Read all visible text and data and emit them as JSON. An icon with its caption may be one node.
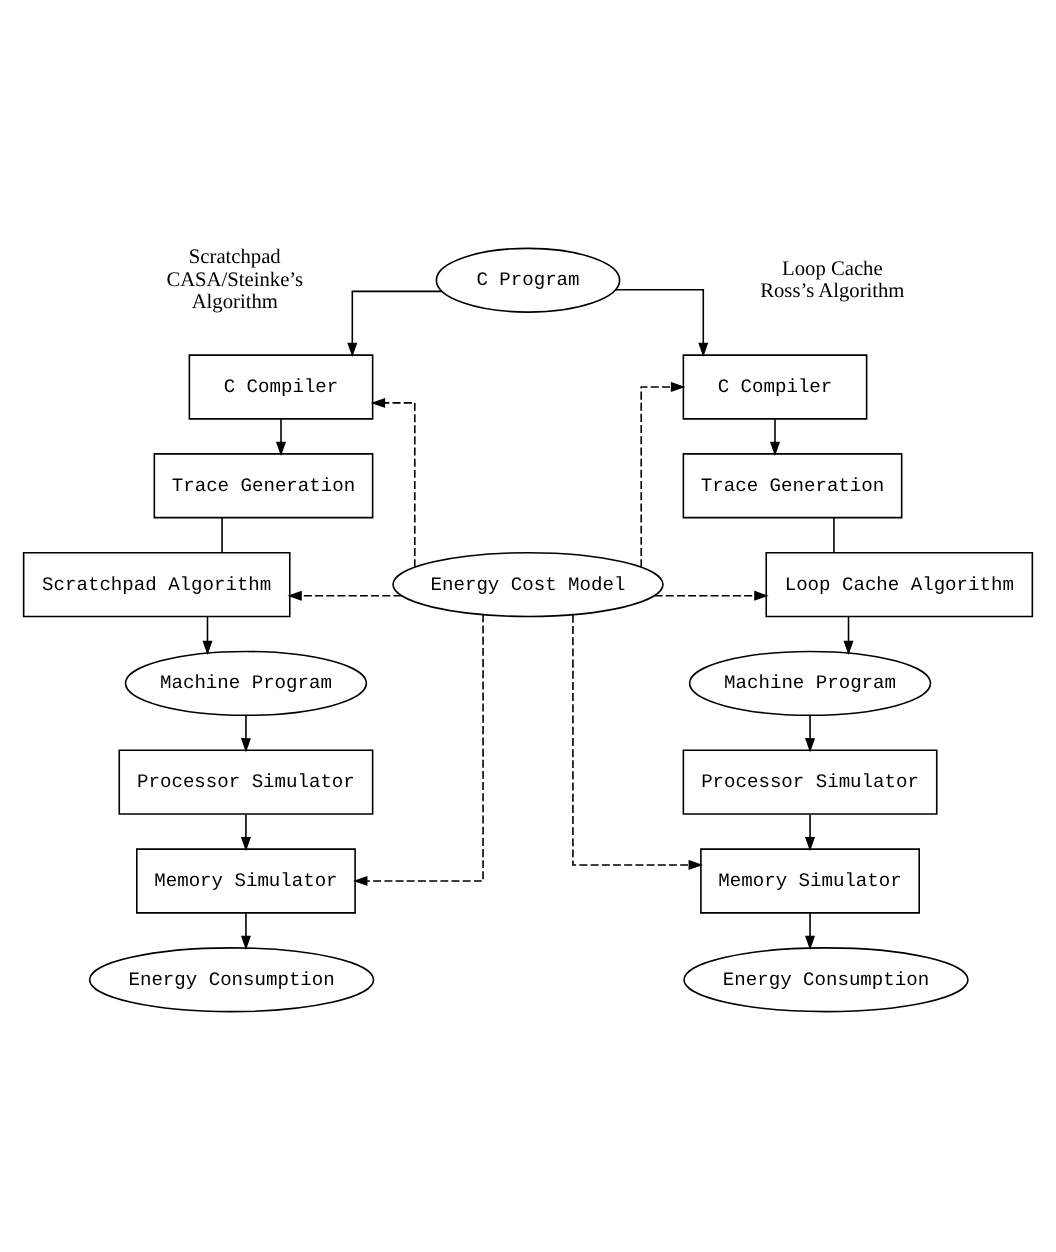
{
  "diagram": {
    "nodes": [
      {
        "text": [
          "C Program"
        ]
      },
      {
        "text": [
          "C Compiler"
        ]
      },
      {
        "text": [
          "Trace Generation"
        ]
      },
      {
        "text": [
          "Scratchpad Algorithm"
        ]
      },
      {
        "text": [
          "Machine Program"
        ]
      },
      {
        "text": [
          "Processor Simulator"
        ]
      },
      {
        "text": [
          "Memory Simulator"
        ]
      },
      {
        "text": [
          "Energy Consumption"
        ]
      },
      {
        "text": [
          "Energy Cost Model"
        ]
      },
      {
        "text": [
          "C Compiler"
        ]
      },
      {
        "text": [
          "Trace Generation"
        ]
      },
      {
        "text": [
          "Loop Cache Algorithm"
        ]
      },
      {
        "text": [
          "Machine Program"
        ]
      },
      {
        "text": [
          "Processor Simulator"
        ]
      },
      {
        "text": [
          "Memory Simulator"
        ]
      },
      {
        "text": [
          "Energy Consumption"
        ]
      }
    ],
    "edges": [
      {
        "from": 0,
        "to": 1,
        "arrow": "to"
      },
      {
        "from": 0,
        "to": 9,
        "arrow": "to"
      },
      {
        "from": 1,
        "to": 2,
        "arrow": "to"
      },
      {
        "from": 2,
        "to": 3,
        "arrow": "none"
      },
      {
        "from": 3,
        "to": 4,
        "arrow": "to"
      },
      {
        "from": 4,
        "to": 5,
        "arrow": "to"
      },
      {
        "from": 5,
        "to": 6,
        "arrow": "to"
      },
      {
        "from": 6,
        "to": 7,
        "arrow": "to"
      },
      {
        "from": 9,
        "to": 10,
        "arrow": "to"
      },
      {
        "from": 10,
        "to": 11,
        "arrow": "none"
      },
      {
        "from": 11,
        "to": 12,
        "arrow": "to"
      },
      {
        "from": 12,
        "to": 13,
        "arrow": "to"
      },
      {
        "from": 13,
        "to": 14,
        "arrow": "to"
      },
      {
        "from": 14,
        "to": 15,
        "arrow": "to"
      },
      {
        "from": 8,
        "to": 1,
        "arrow": "to",
        "style": "dashed"
      },
      {
        "from": 8,
        "to": 9,
        "arrow": "to",
        "style": "dashed"
      },
      {
        "from": 8,
        "to": 3,
        "arrow": "to",
        "style": "dashed"
      },
      {
        "from": 8,
        "to": 11,
        "arrow": "to",
        "style": "dashed"
      },
      {
        "from": 8,
        "to": 6,
        "arrow": "to",
        "style": "dashed"
      },
      {
        "from": 8,
        "to": 14,
        "arrow": "to",
        "style": "dashed"
      }
    ],
    "labels": [
      "Scratchpad CASA/Steinke’s Algorithm",
      "Loop Cache Ross’s Algorithm"
    ]
  }
}
